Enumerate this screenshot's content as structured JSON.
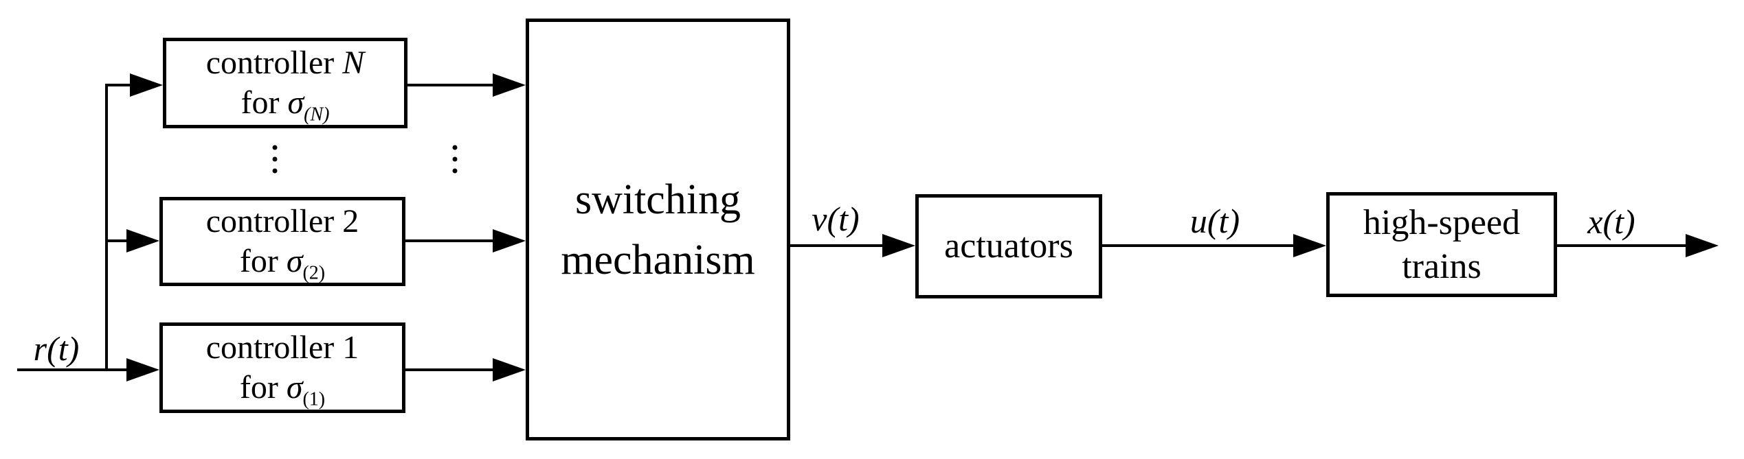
{
  "controllers": [
    {
      "line1_text": "controller",
      "line1_var": "N",
      "line2_text": "for",
      "line2_symbol": "σ",
      "line2_subscript": "(N)"
    },
    {
      "line1_text": "controller",
      "line1_var": "2",
      "line2_text": "for",
      "line2_symbol": "σ",
      "line2_subscript": "(2)"
    },
    {
      "line1_text": "controller",
      "line1_var": "1",
      "line2_text": "for",
      "line2_symbol": "σ",
      "line2_subscript": "(1)"
    }
  ],
  "blocks": {
    "switching_mechanism": {
      "line1": "switching",
      "line2": "mechanism"
    },
    "actuators": {
      "label": "actuators"
    },
    "high_speed_trains": {
      "line1": "high-speed",
      "line2": "trains"
    }
  },
  "signals": {
    "input": "r(t)",
    "switching_output": "v(t)",
    "actuators_output": "u(t)",
    "trains_output": "x(t)"
  },
  "icons": {
    "left_ellipsis": "vertical-ellipsis",
    "right_ellipsis": "vertical-ellipsis"
  },
  "colors": {
    "line": "#000000",
    "background": "#ffffff",
    "box_fill": "#ffffff"
  }
}
